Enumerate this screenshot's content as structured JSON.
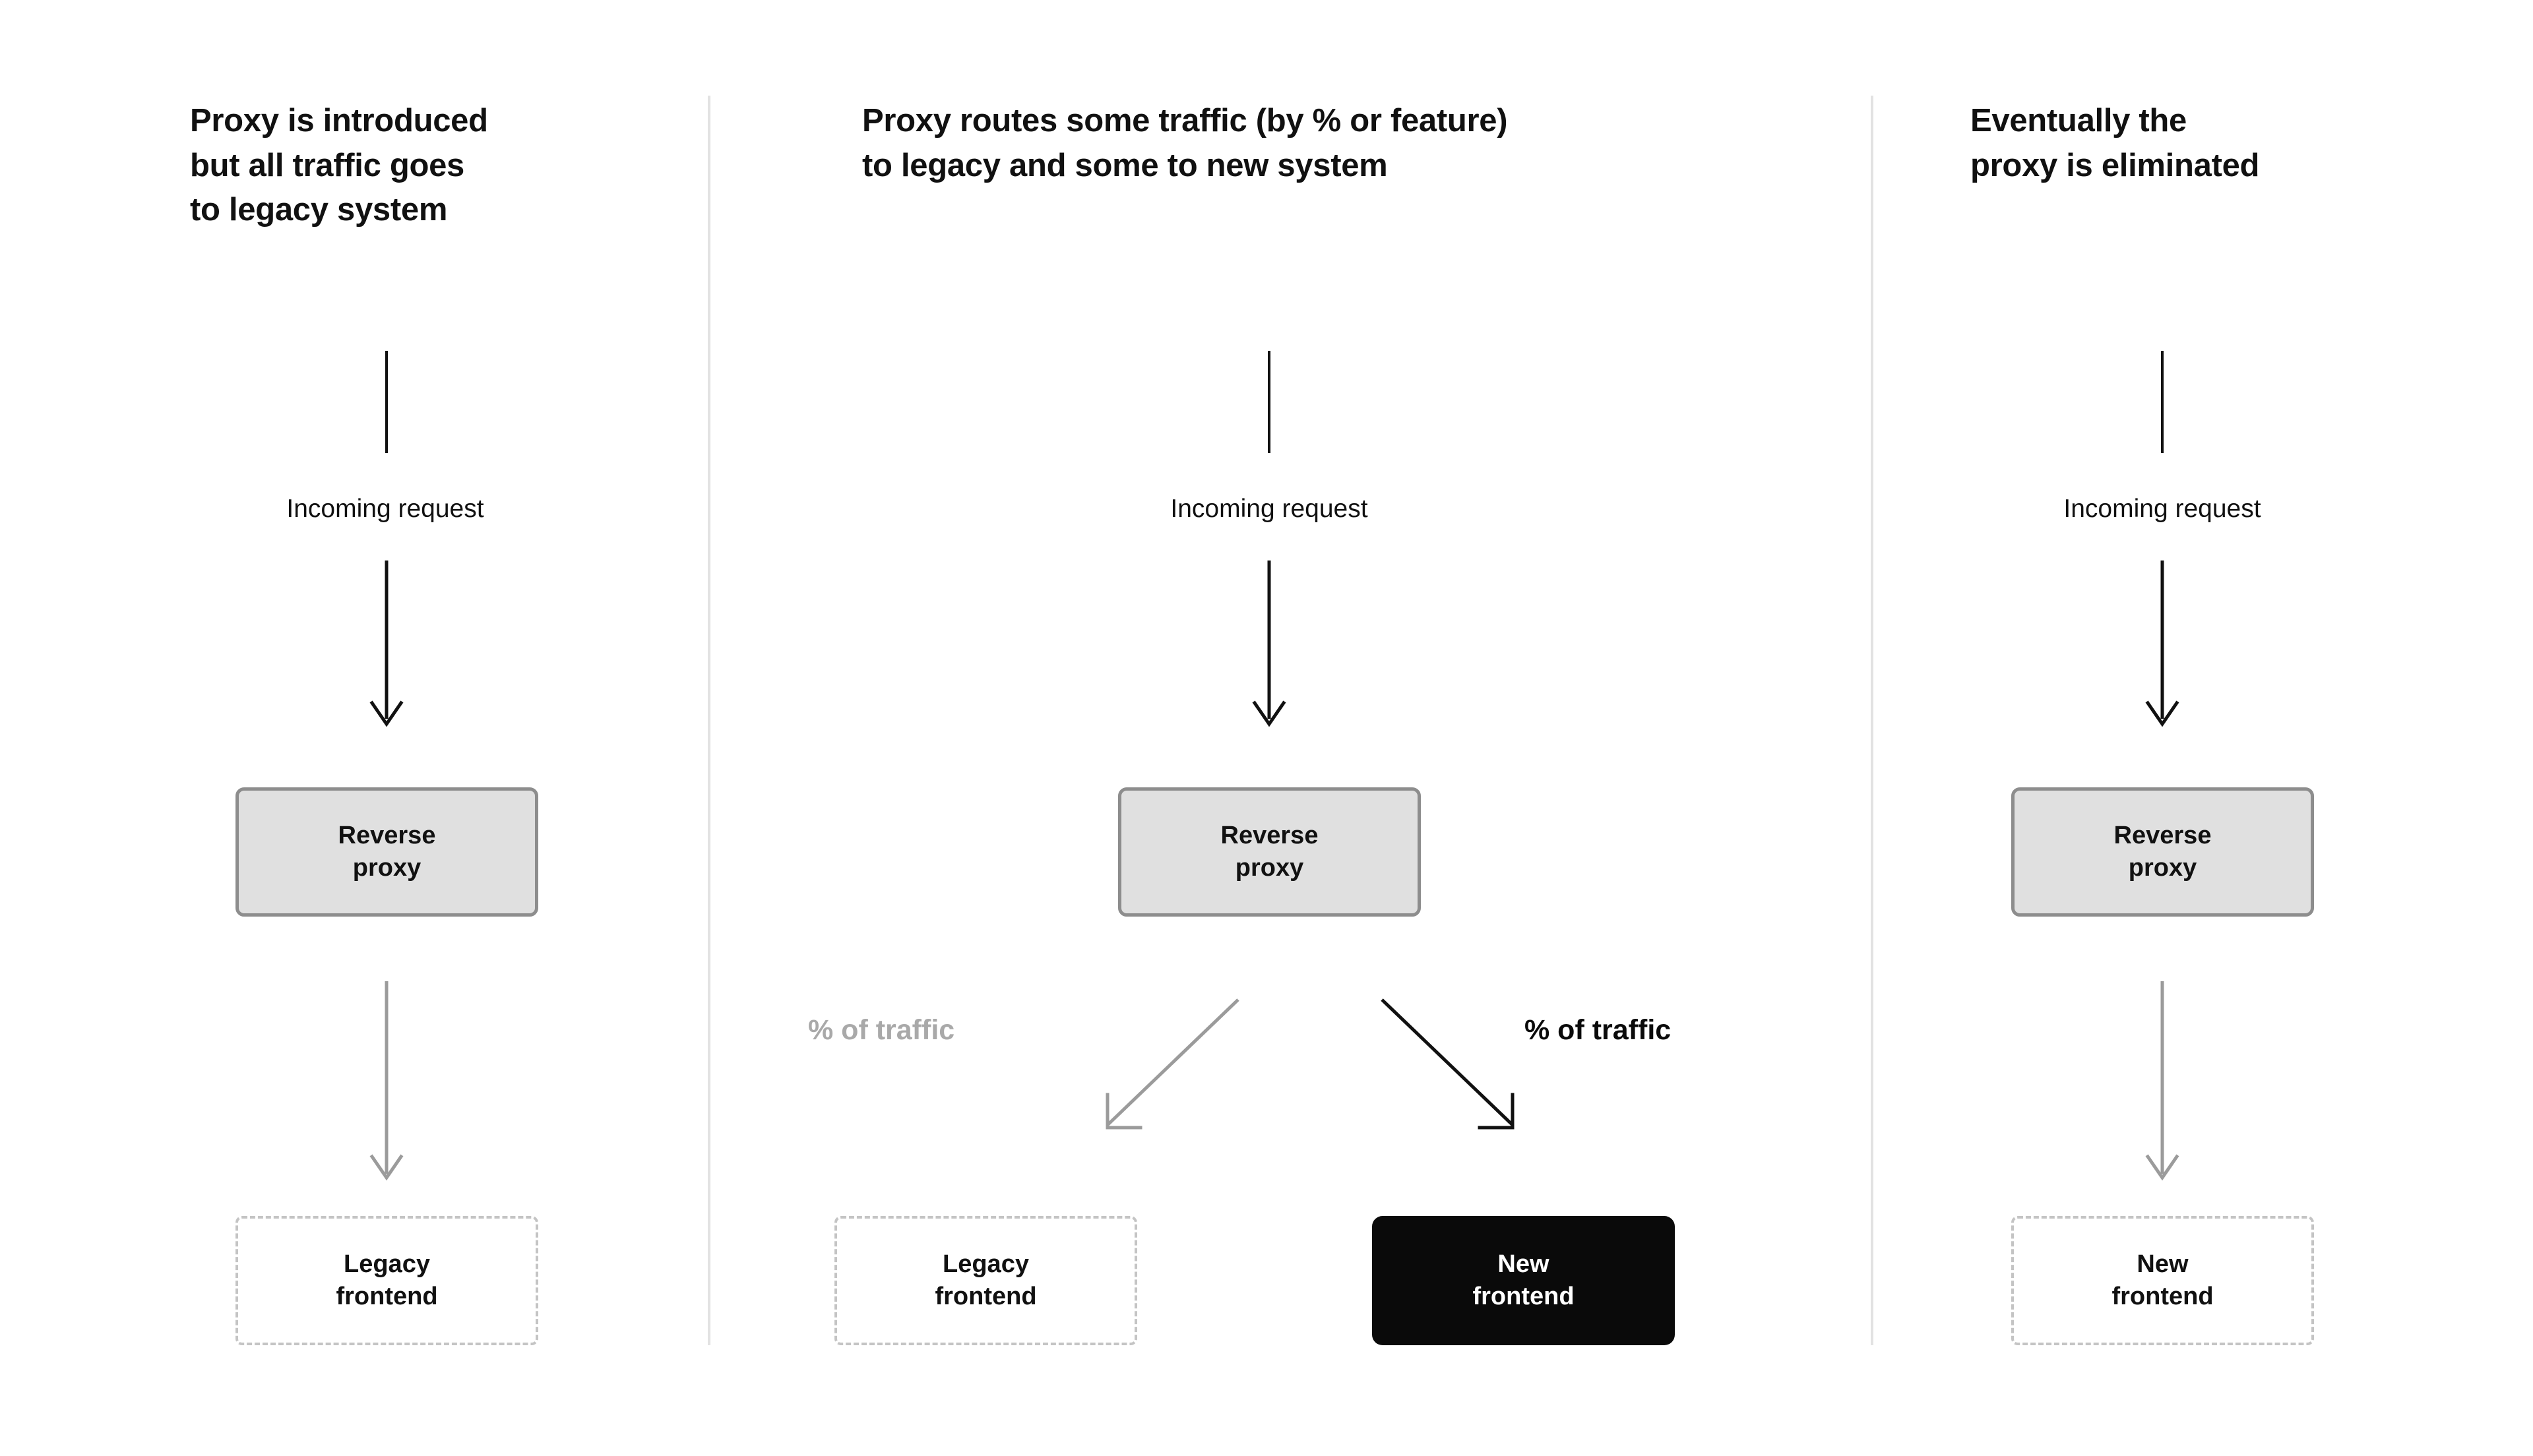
{
  "diagram": {
    "title_hidden": "Strangler fig / reverse proxy migration stages",
    "background": "#ffffff",
    "colors": {
      "ink": "#111111",
      "gray_stroke": "#9b9b9b",
      "proxy_fill": "#e0e0e0",
      "proxy_border": "#8d8d8d",
      "dashed_border": "#c4c4c4",
      "new_fill": "#0a0a0a",
      "new_text": "#ffffff",
      "divider": "#e2e2e2",
      "pct_gray": "#a9a9a9"
    }
  },
  "panels": [
    {
      "id": "stage-1",
      "title": "Proxy is introduced\nbut all traffic goes\nto legacy system",
      "incoming_label": "Incoming request",
      "proxy_label": "Reverse\nproxy",
      "targets": [
        {
          "label": "Legacy\nfrontend",
          "style": "dashed"
        }
      ],
      "branch_labels": []
    },
    {
      "id": "stage-2",
      "title": "Proxy routes some traffic (by % or feature)\nto legacy and some to new system",
      "incoming_label": "Incoming request",
      "proxy_label": "Reverse\nproxy",
      "targets": [
        {
          "label": "Legacy\nfrontend",
          "style": "dashed"
        },
        {
          "label": "New\nfrontend",
          "style": "solid-black"
        }
      ],
      "branch_labels": [
        {
          "text": "% of traffic",
          "tone": "gray"
        },
        {
          "text": "% of traffic",
          "tone": "black"
        }
      ]
    },
    {
      "id": "stage-3",
      "title": "Eventually the\nproxy is eliminated",
      "incoming_label": "Incoming request",
      "proxy_label": "Reverse\nproxy",
      "targets": [
        {
          "label": "New\nfrontend",
          "style": "dashed"
        }
      ],
      "branch_labels": []
    }
  ]
}
